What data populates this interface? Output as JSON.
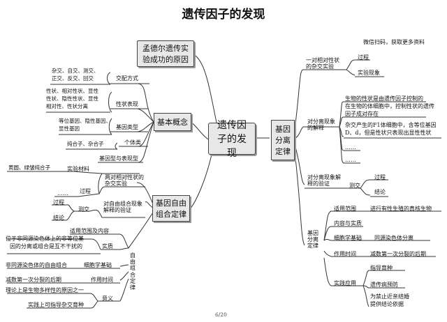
{
  "title": "遗传因子的发现",
  "watermark": "微信扫码，获取更多资料",
  "page_number": "6/20",
  "center": "遗传因子的发现",
  "mendel_box": "孟德尔遗传实验成功的原因",
  "basic": {
    "label": "基本概念",
    "cross_methods": "交配方式",
    "cross_list_1": "杂交、自交、测交、",
    "cross_list_2": "正交、反交、回交",
    "traits": "性状表现",
    "traits_list_1": "性状、相对性状、显性",
    "traits_list_2": "性状、隐性性状、显性",
    "traits_list_3": "相对性、性状分离",
    "genotype": "基因类型",
    "genotype_list_1": "等位基因、隐性基因、",
    "genotype_list_2": "显性基因",
    "individual": "个体类",
    "individual_list": "纯合子、杂合子",
    "gene_trait": "基因型与表现型"
  },
  "free": {
    "label": "基因自由组合定律",
    "materials": "实验材料",
    "materials_val": "黄圆、绿皱纯合子",
    "process": "过程",
    "process_val": "……",
    "relative": "两对相对性状的杂交实验",
    "process2": "过程",
    "test": "测交",
    "conclusion": "结论",
    "verify": "对自由组合现象解释的验证",
    "scope": "适用范围及内容",
    "substance_desc_1": "位于非同源染色体上的非等位基",
    "substance_desc_2": "因的分离或组合是互不干扰的",
    "substance": "实质",
    "law": "自由组合定律",
    "cell_basis_val": "非同源染色体的自由组合",
    "cell_basis": "细胞学基础",
    "time_val": "减数第一次分裂的后期",
    "time": "作用时间",
    "meaning_val_1": "理论上是生物多样性的原因之一",
    "meaning_val_2": "实践上可指导杂交育种",
    "meaning": "意义"
  },
  "sep": {
    "label": "基因分离定律",
    "one_pair": "一对相对性状的杂交实验",
    "process": "过程",
    "phenomenon": "实验现象",
    "explain": "对分离现象的解释",
    "e1_1": "生物的性状是由遗传因子控制的",
    "e2_1": "在生物的体细胞中，控制性状的遗传",
    "e2_2": "因子成对存在",
    "e3_1": "杂交产生的F1体细胞中，含等位基因",
    "e3_2": "D、d，但是性状只表现出显性性状",
    "e4": "……",
    "e5": "……",
    "verify": "对分离现象解释的验证",
    "test": "测交",
    "process2": "过程",
    "conclusion": "结论",
    "law": "基因分离定律",
    "scope": "适用范围",
    "scope_val": "进行有性生殖的真核生物",
    "content": "内容与实质",
    "cell_basis": "细胞学基础",
    "cell_basis_val": "同源染色体分离",
    "time": "作用时间",
    "time_val": "减数第一次分裂的后期",
    "app": "实践应用",
    "app1": "指导育种",
    "app2": "遗传病预防",
    "app3_1": "为禁止近亲结婚",
    "app3_2": "提供结论依据"
  }
}
